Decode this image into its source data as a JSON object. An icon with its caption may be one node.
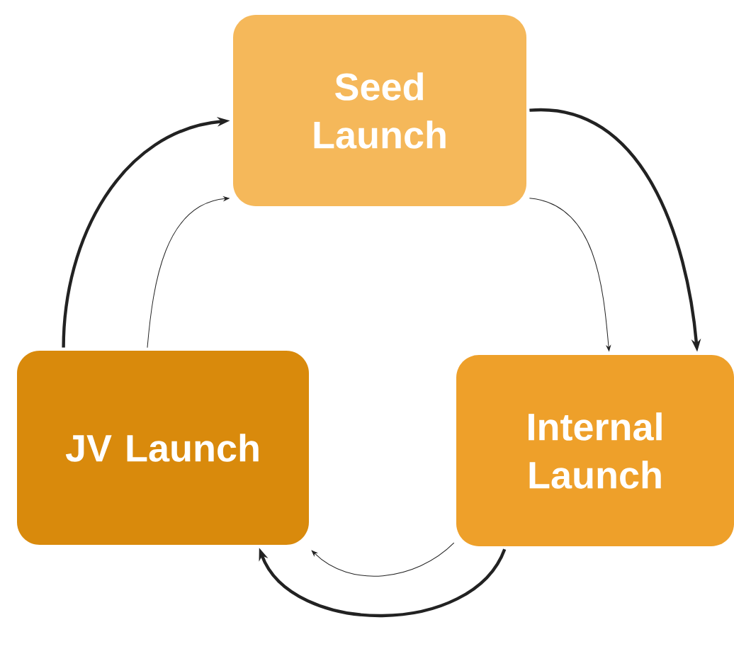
{
  "diagram": {
    "nodes": [
      {
        "text": [
          "Seed Launch"
        ]
      },
      {
        "text": [
          "JV Launch"
        ]
      },
      {
        "text": [
          "Internal Launch"
        ]
      }
    ],
    "edges": [
      {
        "from": 0,
        "to": 2,
        "arrow": "to",
        "style": "thick"
      },
      {
        "from": 0,
        "to": 2,
        "arrow": "to"
      },
      {
        "from": 2,
        "to": 1,
        "arrow": "to",
        "style": "thick"
      },
      {
        "from": 2,
        "to": 1,
        "arrow": "to"
      },
      {
        "from": 1,
        "to": 0,
        "arrow": "to",
        "style": "thick"
      },
      {
        "from": 1,
        "to": 0,
        "arrow": "to"
      }
    ]
  }
}
